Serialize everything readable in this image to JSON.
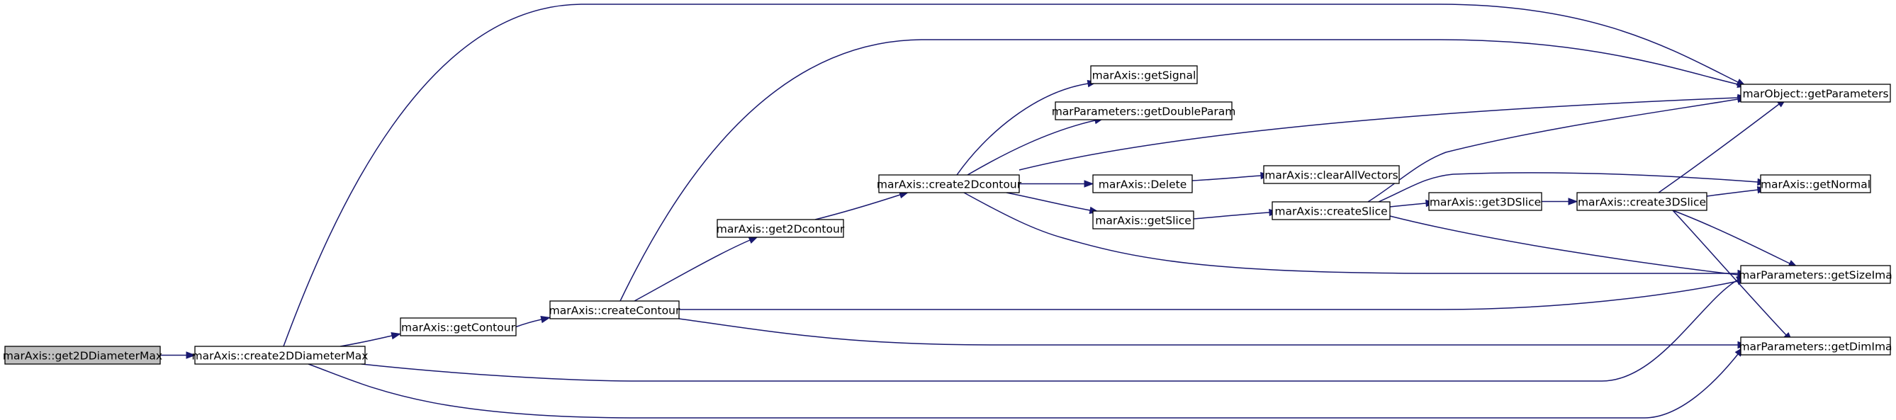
{
  "graph": {
    "nodes": [
      {
        "id": "get2DDiameterMax",
        "label": "marAxis::get2DDiameterMax",
        "root": true
      },
      {
        "id": "create2DDiameterMax",
        "label": "marAxis::create2DDiameterMax"
      },
      {
        "id": "getContour",
        "label": "marAxis::getContour"
      },
      {
        "id": "createContour",
        "label": "marAxis::createContour"
      },
      {
        "id": "get2Dcontour",
        "label": "marAxis::get2Dcontour"
      },
      {
        "id": "create2Dcontour",
        "label": "marAxis::create2Dcontour"
      },
      {
        "id": "getSignal",
        "label": "marAxis::getSignal"
      },
      {
        "id": "getDoubleParam",
        "label": "marParameters::getDoubleParam"
      },
      {
        "id": "Delete",
        "label": "marAxis::Delete"
      },
      {
        "id": "clearAllVectors",
        "label": "marAxis::clearAllVectors"
      },
      {
        "id": "getSlice",
        "label": "marAxis::getSlice"
      },
      {
        "id": "createSlice",
        "label": "marAxis::createSlice"
      },
      {
        "id": "get3DSlice",
        "label": "marAxis::get3DSlice"
      },
      {
        "id": "create3DSlice",
        "label": "marAxis::create3DSlice"
      },
      {
        "id": "getParameters",
        "label": "marObject::getParameters"
      },
      {
        "id": "getNormal",
        "label": "marAxis::getNormal"
      },
      {
        "id": "getSizeIma",
        "label": "marParameters::getSizeIma"
      },
      {
        "id": "getDimIma",
        "label": "marParameters::getDimIma"
      }
    ],
    "edges": [
      {
        "from": "get2DDiameterMax",
        "to": "create2DDiameterMax"
      },
      {
        "from": "create2DDiameterMax",
        "to": "getContour"
      },
      {
        "from": "create2DDiameterMax",
        "to": "getParameters"
      },
      {
        "from": "create2DDiameterMax",
        "to": "getSizeIma"
      },
      {
        "from": "create2DDiameterMax",
        "to": "getDimIma"
      },
      {
        "from": "getContour",
        "to": "createContour"
      },
      {
        "from": "createContour",
        "to": "get2Dcontour"
      },
      {
        "from": "createContour",
        "to": "getParameters"
      },
      {
        "from": "createContour",
        "to": "getSizeIma"
      },
      {
        "from": "createContour",
        "to": "getDimIma"
      },
      {
        "from": "get2Dcontour",
        "to": "create2Dcontour"
      },
      {
        "from": "create2Dcontour",
        "to": "getSignal"
      },
      {
        "from": "create2Dcontour",
        "to": "getDoubleParam"
      },
      {
        "from": "create2Dcontour",
        "to": "getParameters"
      },
      {
        "from": "create2Dcontour",
        "to": "Delete"
      },
      {
        "from": "create2Dcontour",
        "to": "getSlice"
      },
      {
        "from": "create2Dcontour",
        "to": "getSizeIma"
      },
      {
        "from": "Delete",
        "to": "clearAllVectors"
      },
      {
        "from": "getSlice",
        "to": "createSlice"
      },
      {
        "from": "createSlice",
        "to": "getParameters"
      },
      {
        "from": "createSlice",
        "to": "getNormal"
      },
      {
        "from": "createSlice",
        "to": "get3DSlice"
      },
      {
        "from": "createSlice",
        "to": "getSizeIma"
      },
      {
        "from": "get3DSlice",
        "to": "create3DSlice"
      },
      {
        "from": "create3DSlice",
        "to": "getParameters"
      },
      {
        "from": "create3DSlice",
        "to": "getNormal"
      },
      {
        "from": "create3DSlice",
        "to": "getSizeIma"
      },
      {
        "from": "create3DSlice",
        "to": "getDimIma"
      }
    ]
  },
  "colors": {
    "edge": "#191970",
    "root_fill": "#bfbfbf",
    "node_fill": "#ffffff",
    "node_stroke": "#000000"
  }
}
